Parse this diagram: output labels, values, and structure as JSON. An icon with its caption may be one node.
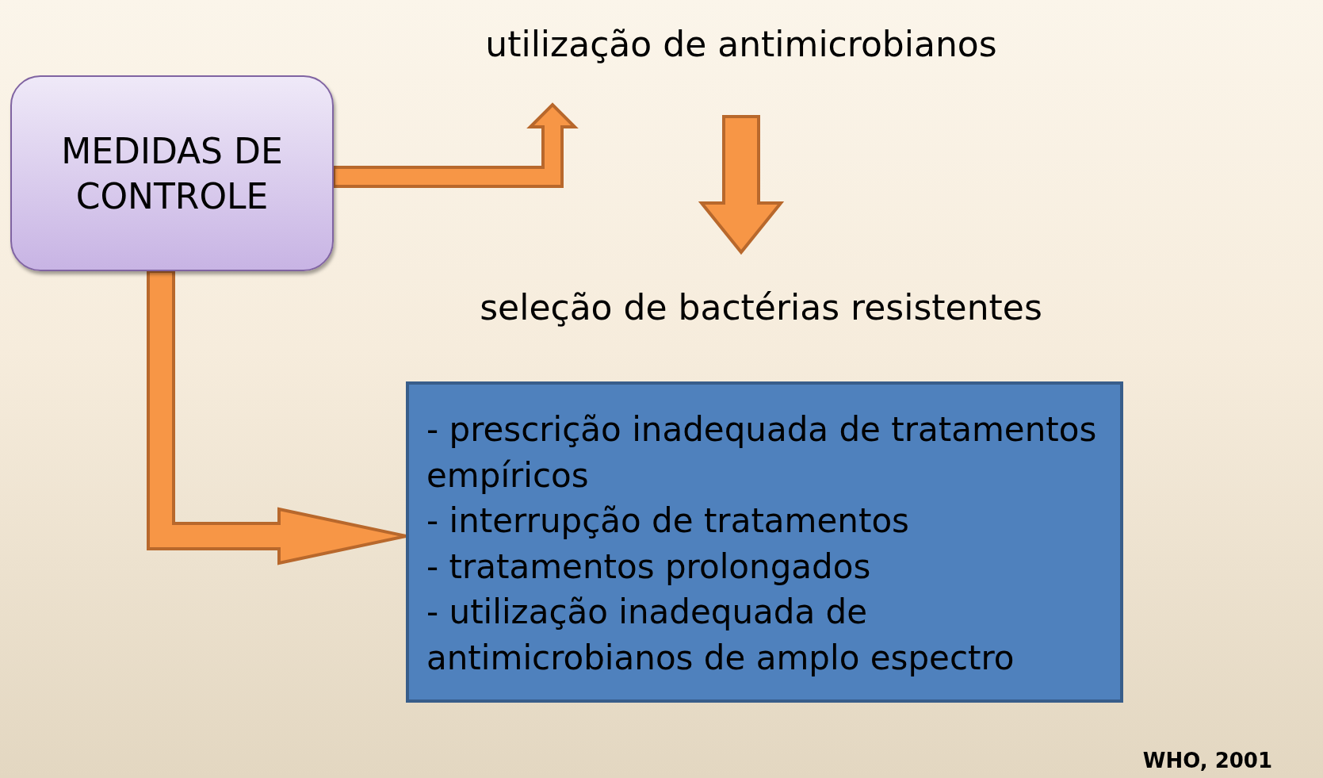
{
  "diagram": {
    "nodes": [
      {
        "text": [
          "MEDIDAS DE CONTROLE"
        ]
      },
      {
        "text": [
          "utilização de antimicrobianos"
        ]
      },
      {
        "text": [
          "seleção de bactérias resistentes"
        ]
      },
      {
        "text": [
          "- prescrição inadequada de tratamentos empíricos",
          "- interrupção de tratamentos",
          "- tratamentos prolongados",
          "- utilização inadequada de antimicrobianos de amplo espectro"
        ]
      }
    ],
    "edges": [
      {
        "from": 0,
        "to": 1,
        "arrow": "to"
      },
      {
        "from": 1,
        "to": 2,
        "arrow": "to"
      },
      {
        "from": 0,
        "to": 3,
        "arrow": "to"
      }
    ],
    "labels": [
      "WHO, 2001"
    ]
  }
}
